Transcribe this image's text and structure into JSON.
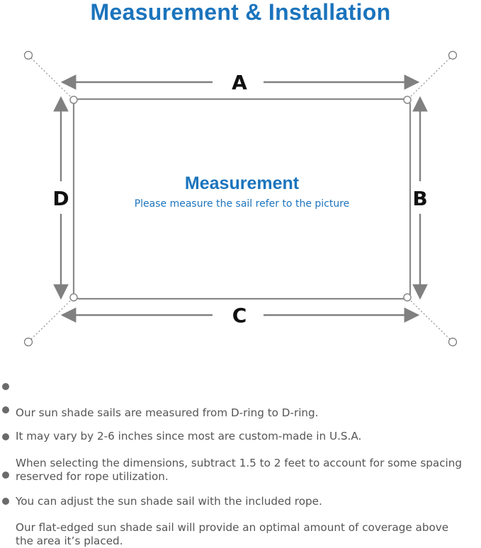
{
  "title": "Measurement & Installation",
  "diagram": {
    "labels": {
      "top": "A",
      "right": "B",
      "bottom": "C",
      "left": "D"
    },
    "center_title": "Measurement",
    "center_subtitle": "Please measure the sail refer to the picture"
  },
  "notes": [
    "Our sun shade sails are measured from D-ring to D-ring.",
    "It may vary by 2-6 inches since most are custom-made in U.S.A.",
    "When selecting the dimensions, subtract 1.5 to 2 feet to account for some spacing\nreserved for rope utilization.",
    "You can adjust the sun shade sail with the included rope.",
    "Our flat-edged sun shade sail will provide an optimal amount of coverage above\nthe area it’s placed."
  ],
  "colors": {
    "accent": "#1b74bd",
    "text": "#555555",
    "line": "#888888"
  }
}
